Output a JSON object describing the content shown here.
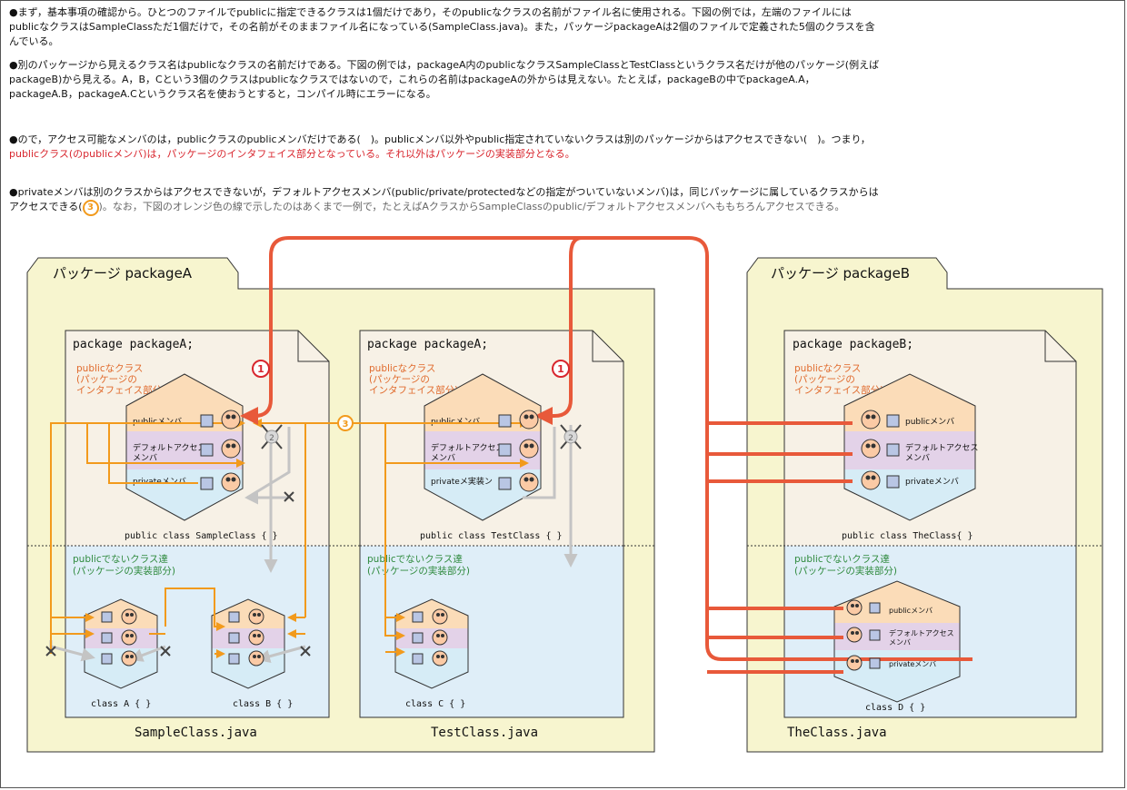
{
  "paragraphs": {
    "p1": "●まず，基本事項の確認から。ひとつのファイルでpublicに指定できるクラスは1個だけであり，そのpublicなクラスの名前がファイル名に使用される。下図の例では，左端のファイルにはpublicなクラスはSampleClassただ1個だけで，その名前がそのままファイル名になっている(SampleClass.java)。また，パッケージpackageAは2個のファイルで定義された5個のクラスを含んでいる。",
    "p2": "●別のパッケージから見えるクラス名はpublicなクラスの名前だけである。下図の例では，packageA内のpublicなクラスSampleClassとTestClassというクラス名だけが他のパッケージ(例えばpackageB)から見える。A，B，Cという3個のクラスはpublicなクラスではないので，これらの名前はpackageAの外からは見えない。たとえば，packageBの中でpackageA.A，packageA.B，packageA.Cというクラス名を使おうとすると，コンパイル時にエラーになる。",
    "p3_black": "●ので，アクセス可能なメンバのは，publicクラスのpublicメンバだけである(　)。publicメンバ以外やpublic指定されていないクラスは別のパッケージからはアクセスできない(　)。つまり，",
    "p3_red": "publicクラス(のpublicメンバ)は，パッケージのインタフェイス部分となっている。それ以外はパッケージの実装部分となる。",
    "p4_black": "●privateメンバは別のクラスからはアクセスできないが，デフォルトアクセスメンバ(public/private/protectedなどの指定がついていないメンバ)は，同じパッケージに属しているクラスからはアクセスできる(",
    "p4_circle": "3",
    "p4_gray": ")。なお，下図のオレンジ色の線で示したのはあくまで一例で，たとえばAクラスからSampleClassのpublic/デフォルトアクセスメンバへももちろんアクセスできる。"
  },
  "packages": {
    "a_title": "パッケージ packageA",
    "b_title": "パッケージ packageB"
  },
  "files": {
    "sample": {
      "decl": "package packageA;",
      "public_heading": [
        "publicなクラス",
        "(パッケージの",
        "インタフェイス部分)"
      ],
      "members": [
        "publicメンバ",
        "デフォルトアクセス",
        "メンバ",
        "privateメンバ"
      ],
      "class_label": "public class SampleClass { }",
      "nonpublic_heading": [
        "publicでないクラス達",
        "(パッケージの実装部分)"
      ],
      "class_a": "class A { }",
      "class_b": "class B { }",
      "filename": "SampleClass.java"
    },
    "test": {
      "decl": "package packageA;",
      "public_heading": [
        "publicなクラス",
        "(パッケージの",
        "インタフェイス部分)"
      ],
      "members": [
        "publicメンバ",
        "デフォルトアクセス",
        "メンバ",
        "privateメ実装ン"
      ],
      "class_label": "public class TestClass { }",
      "nonpublic_heading": [
        "publicでないクラス達",
        "(パッケージの実装部分)"
      ],
      "class_c": "class C { }",
      "filename": "TestClass.java"
    },
    "the": {
      "decl": "package packageB;",
      "public_heading": [
        "publicなクラス",
        "(パッケージの",
        "インタフェイス部分)"
      ],
      "members": [
        "publicメンバ",
        "デフォルトアクセス",
        "メンバ",
        "privateメンバ"
      ],
      "class_label": "public class TheClass{ }",
      "nonpublic_heading": [
        "publicでないクラス達",
        "(パッケージの実装部分)"
      ],
      "class_d_members": [
        "publicメンバ",
        "デフォルトアクセス",
        "メンバ",
        "privateメンバ"
      ],
      "class_d": "class D { }",
      "filename": "TheClass.java"
    }
  },
  "markers": {
    "one": "1",
    "two": "2",
    "three": "3"
  },
  "colors": {
    "package_bg": "#f7f5cf",
    "file_bg_top": "#f7f1e6",
    "file_bg_bottom": "#dfeef8",
    "member_public": "#fbdcb8",
    "member_default": "#e3d2e8",
    "member_private": "#d6ecf6",
    "red_line": "#e8593a",
    "orange_line": "#f29a1c",
    "gray_line": "#c4c4c4",
    "heading_orange": "#e06a2c",
    "heading_green": "#2f8a3e",
    "emph_red": "#d8262e"
  }
}
